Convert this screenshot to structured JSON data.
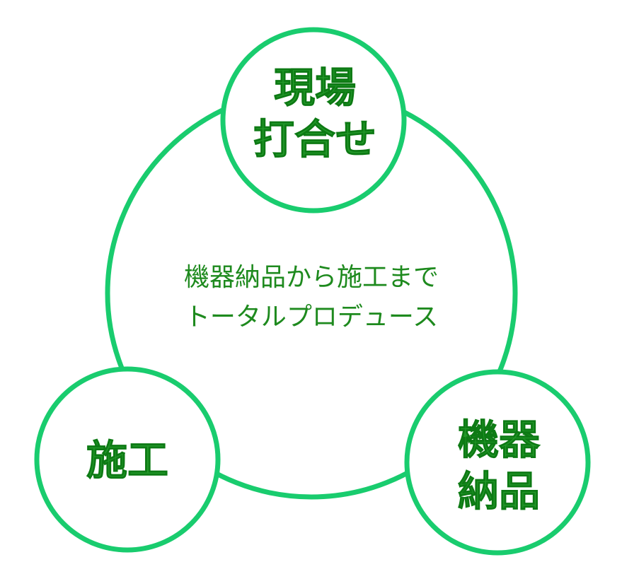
{
  "colors": {
    "ring": "#19cc6e",
    "text": "#1a8f1a",
    "background": "#ffffff"
  },
  "center": {
    "line1": "機器納品から施工まで",
    "line2": "トータルプロデュース"
  },
  "nodes": {
    "top": {
      "line1": "現場",
      "line2": "打合せ"
    },
    "left": {
      "line1": "施工"
    },
    "right": {
      "line1": "機器",
      "line2": "納品"
    }
  }
}
